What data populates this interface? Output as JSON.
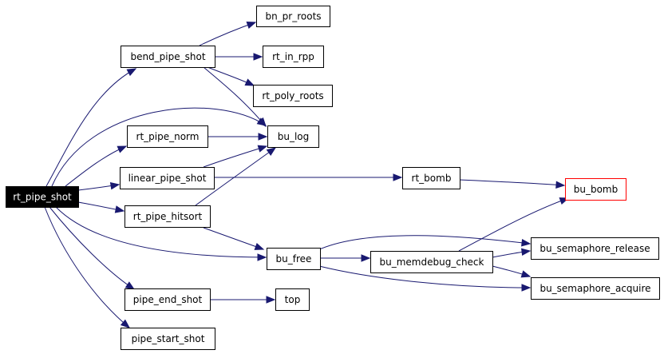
{
  "graph": {
    "nodes": [
      {
        "id": "rt_pipe_shot",
        "label": "rt_pipe_shot",
        "style": "root"
      },
      {
        "id": "bend_pipe_shot",
        "label": "bend_pipe_shot"
      },
      {
        "id": "bn_pr_roots",
        "label": "bn_pr_roots"
      },
      {
        "id": "rt_in_rpp",
        "label": "rt_in_rpp"
      },
      {
        "id": "rt_poly_roots",
        "label": "rt_poly_roots"
      },
      {
        "id": "bu_log",
        "label": "bu_log"
      },
      {
        "id": "rt_pipe_norm",
        "label": "rt_pipe_norm"
      },
      {
        "id": "linear_pipe_shot",
        "label": "linear_pipe_shot"
      },
      {
        "id": "rt_bomb",
        "label": "rt_bomb"
      },
      {
        "id": "bu_bomb",
        "label": "bu_bomb",
        "style": "red"
      },
      {
        "id": "rt_pipe_hitsort",
        "label": "rt_pipe_hitsort"
      },
      {
        "id": "bu_free",
        "label": "bu_free"
      },
      {
        "id": "bu_memdebug_check",
        "label": "bu_memdebug_check"
      },
      {
        "id": "bu_semaphore_release",
        "label": "bu_semaphore_release"
      },
      {
        "id": "bu_semaphore_acquire",
        "label": "bu_semaphore_acquire"
      },
      {
        "id": "pipe_end_shot",
        "label": "pipe_end_shot"
      },
      {
        "id": "top",
        "label": "top"
      },
      {
        "id": "pipe_start_shot",
        "label": "pipe_start_shot"
      }
    ],
    "edges": [
      {
        "from": "rt_pipe_shot",
        "to": "bend_pipe_shot"
      },
      {
        "from": "rt_pipe_shot",
        "to": "bu_log"
      },
      {
        "from": "rt_pipe_shot",
        "to": "rt_pipe_norm"
      },
      {
        "from": "rt_pipe_shot",
        "to": "linear_pipe_shot"
      },
      {
        "from": "rt_pipe_shot",
        "to": "rt_pipe_hitsort"
      },
      {
        "from": "rt_pipe_shot",
        "to": "bu_free"
      },
      {
        "from": "rt_pipe_shot",
        "to": "pipe_end_shot"
      },
      {
        "from": "rt_pipe_shot",
        "to": "pipe_start_shot"
      },
      {
        "from": "bend_pipe_shot",
        "to": "bn_pr_roots"
      },
      {
        "from": "bend_pipe_shot",
        "to": "rt_in_rpp"
      },
      {
        "from": "bend_pipe_shot",
        "to": "rt_poly_roots"
      },
      {
        "from": "bend_pipe_shot",
        "to": "bu_log"
      },
      {
        "from": "rt_pipe_norm",
        "to": "bu_log"
      },
      {
        "from": "linear_pipe_shot",
        "to": "bu_log"
      },
      {
        "from": "linear_pipe_shot",
        "to": "rt_bomb"
      },
      {
        "from": "rt_bomb",
        "to": "bu_bomb"
      },
      {
        "from": "rt_pipe_hitsort",
        "to": "bu_log"
      },
      {
        "from": "rt_pipe_hitsort",
        "to": "bu_free"
      },
      {
        "from": "bu_free",
        "to": "bu_memdebug_check"
      },
      {
        "from": "bu_free",
        "to": "bu_semaphore_release"
      },
      {
        "from": "bu_free",
        "to": "bu_semaphore_acquire"
      },
      {
        "from": "bu_memdebug_check",
        "to": "bu_bomb"
      },
      {
        "from": "bu_memdebug_check",
        "to": "bu_semaphore_release"
      },
      {
        "from": "bu_memdebug_check",
        "to": "bu_semaphore_acquire"
      },
      {
        "from": "pipe_end_shot",
        "to": "top"
      }
    ],
    "colors": {
      "edge": "#191970",
      "node_border": "#000000",
      "root_fill": "#000000",
      "root_text": "#ffffff",
      "highlight_border": "#ff0000"
    }
  }
}
